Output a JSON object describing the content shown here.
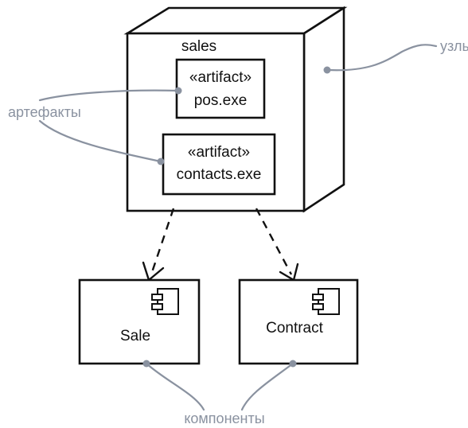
{
  "diagram": {
    "node": {
      "name": "sales"
    },
    "artifacts": [
      {
        "stereotype": "«artifact»",
        "name": "pos.exe"
      },
      {
        "stereotype": "«artifact»",
        "name": "contacts.exe"
      }
    ],
    "components": [
      {
        "name": "Sale"
      },
      {
        "name": "Contract"
      }
    ],
    "callouts": {
      "nodes": "узлы",
      "artifacts": "артефакты",
      "components": "компоненты"
    },
    "colors": {
      "line": "#111111",
      "callout": "#8a92a0",
      "background": "#ffffff"
    }
  }
}
